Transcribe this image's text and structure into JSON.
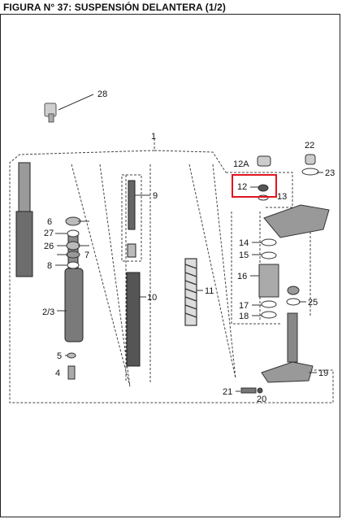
{
  "title": "FIGURA N° 37: SUSPENSIÓN DELANTERA (1/2)",
  "parts": [
    "28",
    "1",
    "9",
    "6",
    "27",
    "26",
    "7",
    "8",
    "2/3",
    "5",
    "4",
    "10",
    "11",
    "12A",
    "12",
    "13",
    "22",
    "23",
    "14",
    "15",
    "16",
    "17",
    "18",
    "25",
    "19",
    "21",
    "20"
  ],
  "highlight": {
    "part": "12",
    "color": "#e0141e"
  }
}
